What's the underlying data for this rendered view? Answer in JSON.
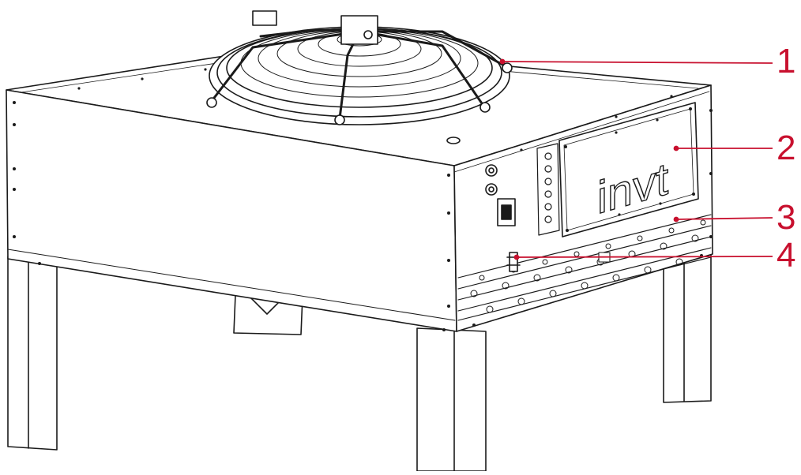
{
  "diagram": {
    "logo_text": "invt",
    "accent_color": "#c8102e",
    "line_color": "#1a1a1a",
    "callouts": [
      {
        "number": "1"
      },
      {
        "number": "2"
      },
      {
        "number": "3"
      },
      {
        "number": "4"
      }
    ]
  }
}
